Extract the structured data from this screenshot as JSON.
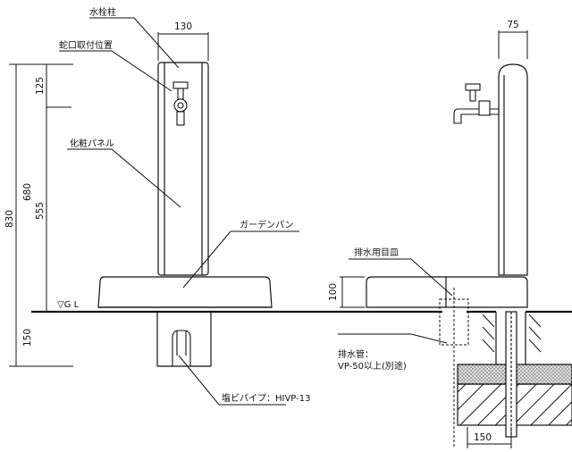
{
  "labels": {
    "post": "水栓柱",
    "faucet_position": "蛇口取付位置",
    "panel": "化粧パネル",
    "garden_pan": "ガーデンパン",
    "drain_dish": "排水用目皿",
    "drain_pipe_line1": "排水管：",
    "drain_pipe_line2": "VP-50以上(別途)",
    "pvc_pipe": "塩ビパイプ：HIVP-13",
    "ground_level": "▽G L"
  },
  "dimensions": {
    "post_width": "130",
    "side_width": "75",
    "top_segment": "125",
    "mid_segment": "555",
    "above_ground": "680",
    "total_height": "830",
    "below_ground": "150",
    "pan_height": "100",
    "bottom_width": "150"
  },
  "colors": {
    "line": "#111111",
    "gravel_fill": "#cfcfcf"
  }
}
